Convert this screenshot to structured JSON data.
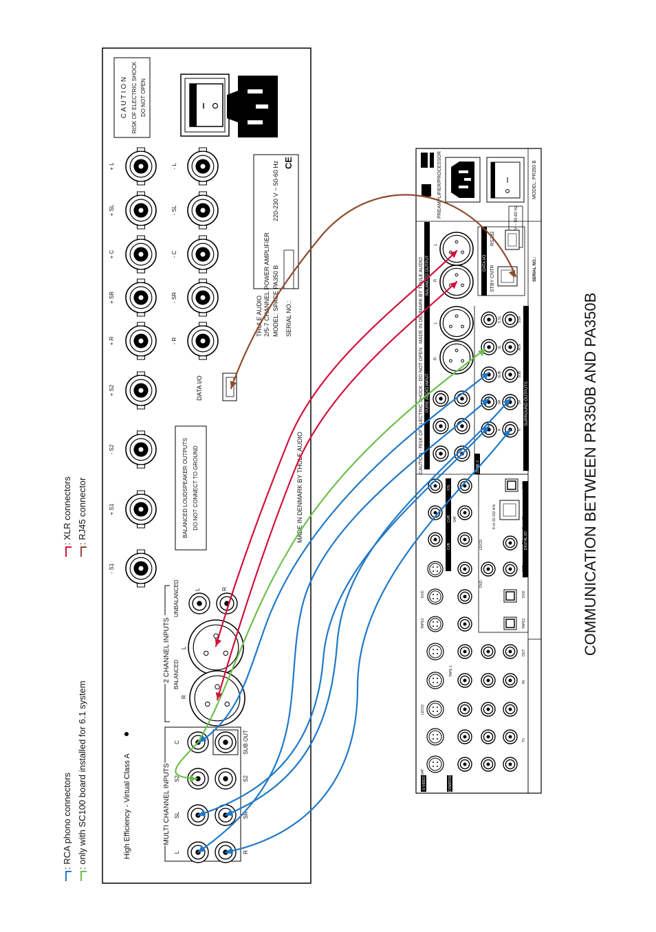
{
  "title": "COMMUNICATION BETWEEN PR350B AND PA350B",
  "legend": {
    "rca": ": RCA phono connectors",
    "sc100": ": only with SC100 board installed for 6.1 system",
    "xlr": ": XLR connectors",
    "rj45": ": RJ45 connector"
  },
  "colors": {
    "rca": "#1f78c8",
    "sc100": "#6cbf4a",
    "xlr": "#d0103a",
    "rj45": "#8b4a2b"
  },
  "amp": {
    "caution_title": "C A U T I O N",
    "caution_l1": "RISK OF ELECTRIC SHOCK",
    "caution_l2": "DO NOT OPEN",
    "speaker_top_labels": [
      "+ L",
      "+ SL",
      "+ C",
      "+ SR",
      "+ R",
      "+ S2",
      "- S2",
      "+ S1",
      "- S1"
    ],
    "speaker_bottom_labels": [
      "- L",
      "- SL",
      "- C",
      "- SR",
      "- R"
    ],
    "info_l1": "THULE AUDIO",
    "info_l2": "2/5-7 CHANNEL POWER AMPLIFIER",
    "info_l3": "MODEL: SPACE PA350 B",
    "info_serial": "SERIAL NO.:",
    "voltage": "220-230 V ~ 50-60 Hz",
    "data_io": "DATA I/O",
    "balanced_l1": "BALANCED LOUDSPEAKER OUTPUTS",
    "balanced_l2": "DO NOT CONNECT TO GROUND",
    "made_in": "MADE IN DENMARK BY THULE AUDIO",
    "two_ch": "2 CHANNEL INPUTS",
    "unbalanced": "UNBALANCED",
    "balanced": "BALANCED",
    "xlr_l": "L",
    "xlr_r": "R",
    "unbal_l": "L",
    "unbal_r": "R",
    "multi": "MULTI CHANNEL INPUTS",
    "in_top": [
      "L",
      "SL",
      "S2",
      "C"
    ],
    "in_bottom": [
      "R",
      "SR",
      "S2",
      "SUB OUT"
    ],
    "efficiency": "High Efficiency - Virtual Class A"
  },
  "pre": {
    "model": "MODEL: PR350 B",
    "preamp": "PREAMPLIFIER/PROCESSOR",
    "voltage": "220-230 V ~ 50-60 Hz",
    "serial": "SERIAL NO.:",
    "made_in": "MADE IN DENMARK BY THULE AUDIO",
    "caution": "CAUTION - RISK OF ELECTRIC SHOCK - DO NOT OPEN",
    "balanced_output": "BALANCED OUTPUT",
    "pure_audio": "PURE AUDIO INPUT",
    "data_io": "DATA I/O",
    "rs232": "RS232",
    "stby": "STBY CNTR",
    "surround": "SURROUND OUTPUTS",
    "zone2": "ZONE 2",
    "digital_io": "DIGITAL I/O",
    "composite": "COMPOSITE",
    "svideo": "S-VIDEO",
    "ldcd": "LD/CD",
    "tape1": "TAPE 1",
    "tape2": "TAPE2",
    "dvd": "DVD",
    "sat": "SAT",
    "tv": "TV",
    "out": "OUT",
    "in": "IN",
    "khz": "8 ch 32-192 kHz",
    "digital_direct": "Digital Direct",
    "surr_labels_a": [
      "S SL",
      "SL",
      "SUB",
      "SR",
      "R"
    ],
    "surr_labels_b": [
      "SSR",
      "AUX",
      "SUB",
      "SR",
      "R"
    ],
    "xlr_l": "L",
    "xlr_r": "R",
    "cb": "Cr/B",
    "cr": "Cr/R",
    "yg": "Y/G"
  }
}
